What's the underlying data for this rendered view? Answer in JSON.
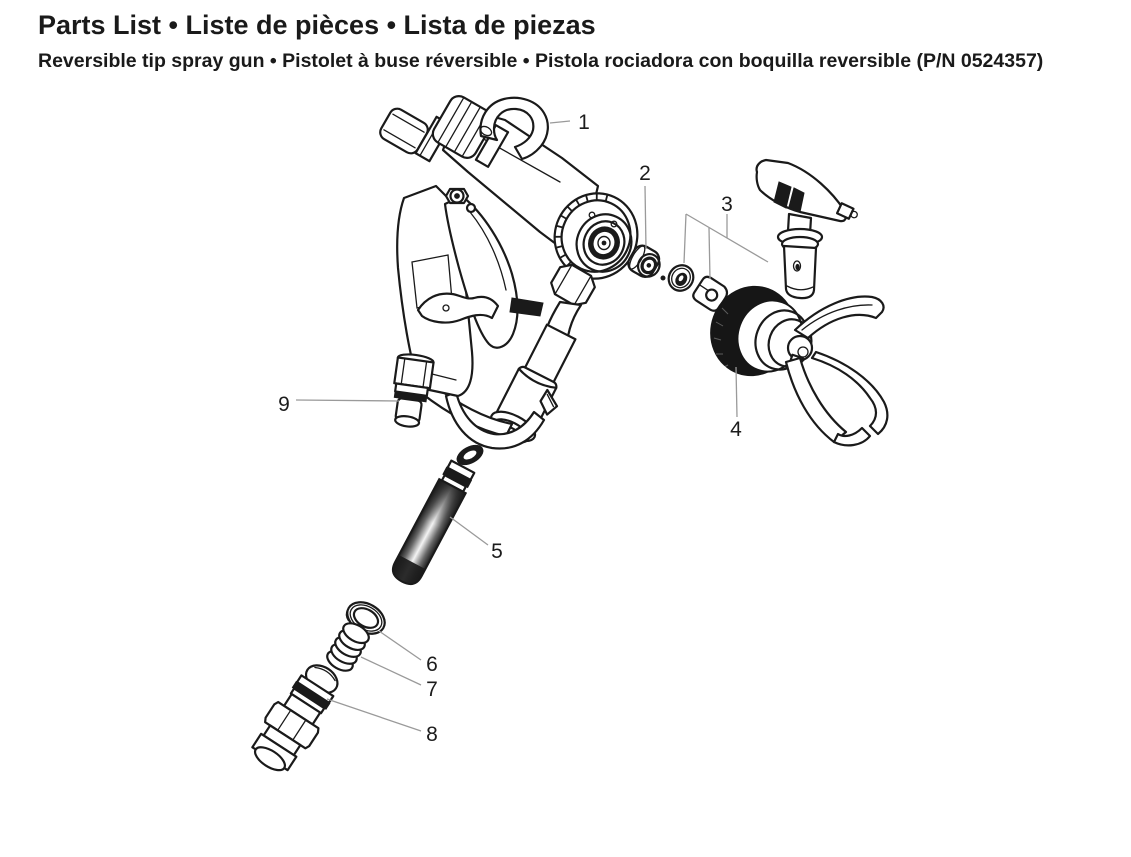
{
  "page": {
    "title": "Parts List • Liste de pièces • Lista de piezas",
    "subtitle": "Reversible tip spray gun • Pistolet à buse réversible • Pistola rociadora con boquilla reversible (P/N 0524357)"
  },
  "diagram": {
    "callouts": [
      {
        "label": "1"
      },
      {
        "label": "2"
      },
      {
        "label": "3"
      },
      {
        "label": "4"
      },
      {
        "label": "5"
      },
      {
        "label": "6"
      },
      {
        "label": "7"
      },
      {
        "label": "8"
      },
      {
        "label": "9"
      }
    ],
    "colors": {
      "line": "#1a1a1a",
      "leader": "#9a9a9a",
      "background": "#ffffff"
    }
  }
}
